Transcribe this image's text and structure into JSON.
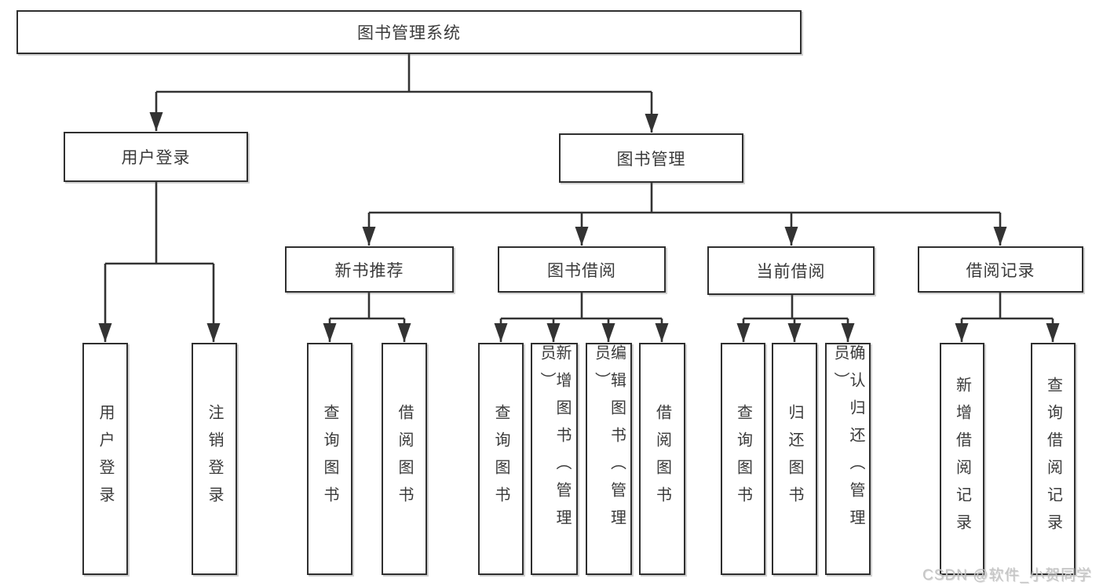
{
  "diagram_title": "图书管理系统",
  "tree": {
    "root": "图书管理系统",
    "user": {
      "label": "用户登录",
      "children": [
        "用户登录",
        "注销登录"
      ]
    },
    "mgmt": {
      "label": "图书管理",
      "sections": [
        {
          "label": "新书推荐",
          "children": [
            "查询图书",
            "借阅图书"
          ]
        },
        {
          "label": "图书借阅",
          "children": [
            "查询图书",
            "新增图书（管理员）",
            "编辑图书（管理员）",
            "借阅图书"
          ]
        },
        {
          "label": "当前借阅",
          "children": [
            "查询图书",
            "归还图书",
            "确认归还（管理员）"
          ]
        },
        {
          "label": "借阅记录",
          "children": [
            "新增借阅记录",
            "查询借阅记录"
          ]
        }
      ]
    }
  },
  "watermark": {
    "text": "CSDN @软件_小贺同学"
  },
  "colors": {
    "line": "#333333",
    "border": "#2f2f2f",
    "text": "#3a3a3a",
    "watermark": "#c5c5c5",
    "background": "#ffffff"
  }
}
